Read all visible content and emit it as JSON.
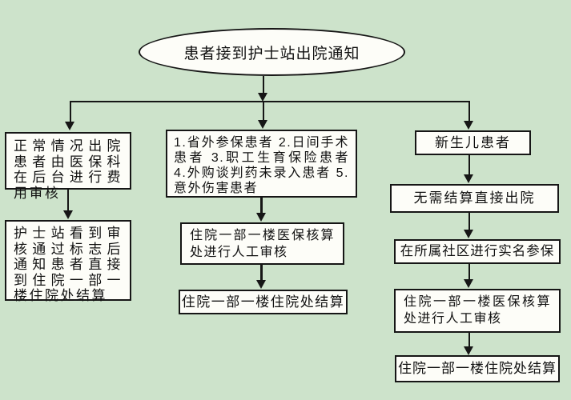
{
  "page": {
    "background_color": "#cde3cb",
    "node_fill_color": "#fdfdf8",
    "line_color": "#161616",
    "text_color": "#111111"
  },
  "flow": {
    "start": {
      "label": "患者接到护士站出院通知"
    },
    "branches": {
      "left": {
        "steps": [
          {
            "label": "正常情况出院患者由医保科在后台进行费用审核"
          },
          {
            "label": "护士站看到审核通过标志后通知患者直接到住院一部一楼住院处结算"
          }
        ]
      },
      "middle": {
        "steps": [
          {
            "label": "1.省外参保患者 2.日间手术患者 3.职工生育保险患者 4.外购谈判药未录入患者 5.意外伤害患者"
          },
          {
            "label": "住院一部一楼医保核算处进行人工审核"
          },
          {
            "label": "住院一部一楼住院处结算"
          }
        ]
      },
      "right": {
        "steps": [
          {
            "label": "新生儿患者"
          },
          {
            "label": "无需结算直接出院"
          },
          {
            "label": "在所属社区进行实名参保"
          },
          {
            "label": "住院一部一楼医保核算处进行人工审核"
          },
          {
            "label": "住院一部一楼住院处结算"
          }
        ]
      }
    }
  }
}
